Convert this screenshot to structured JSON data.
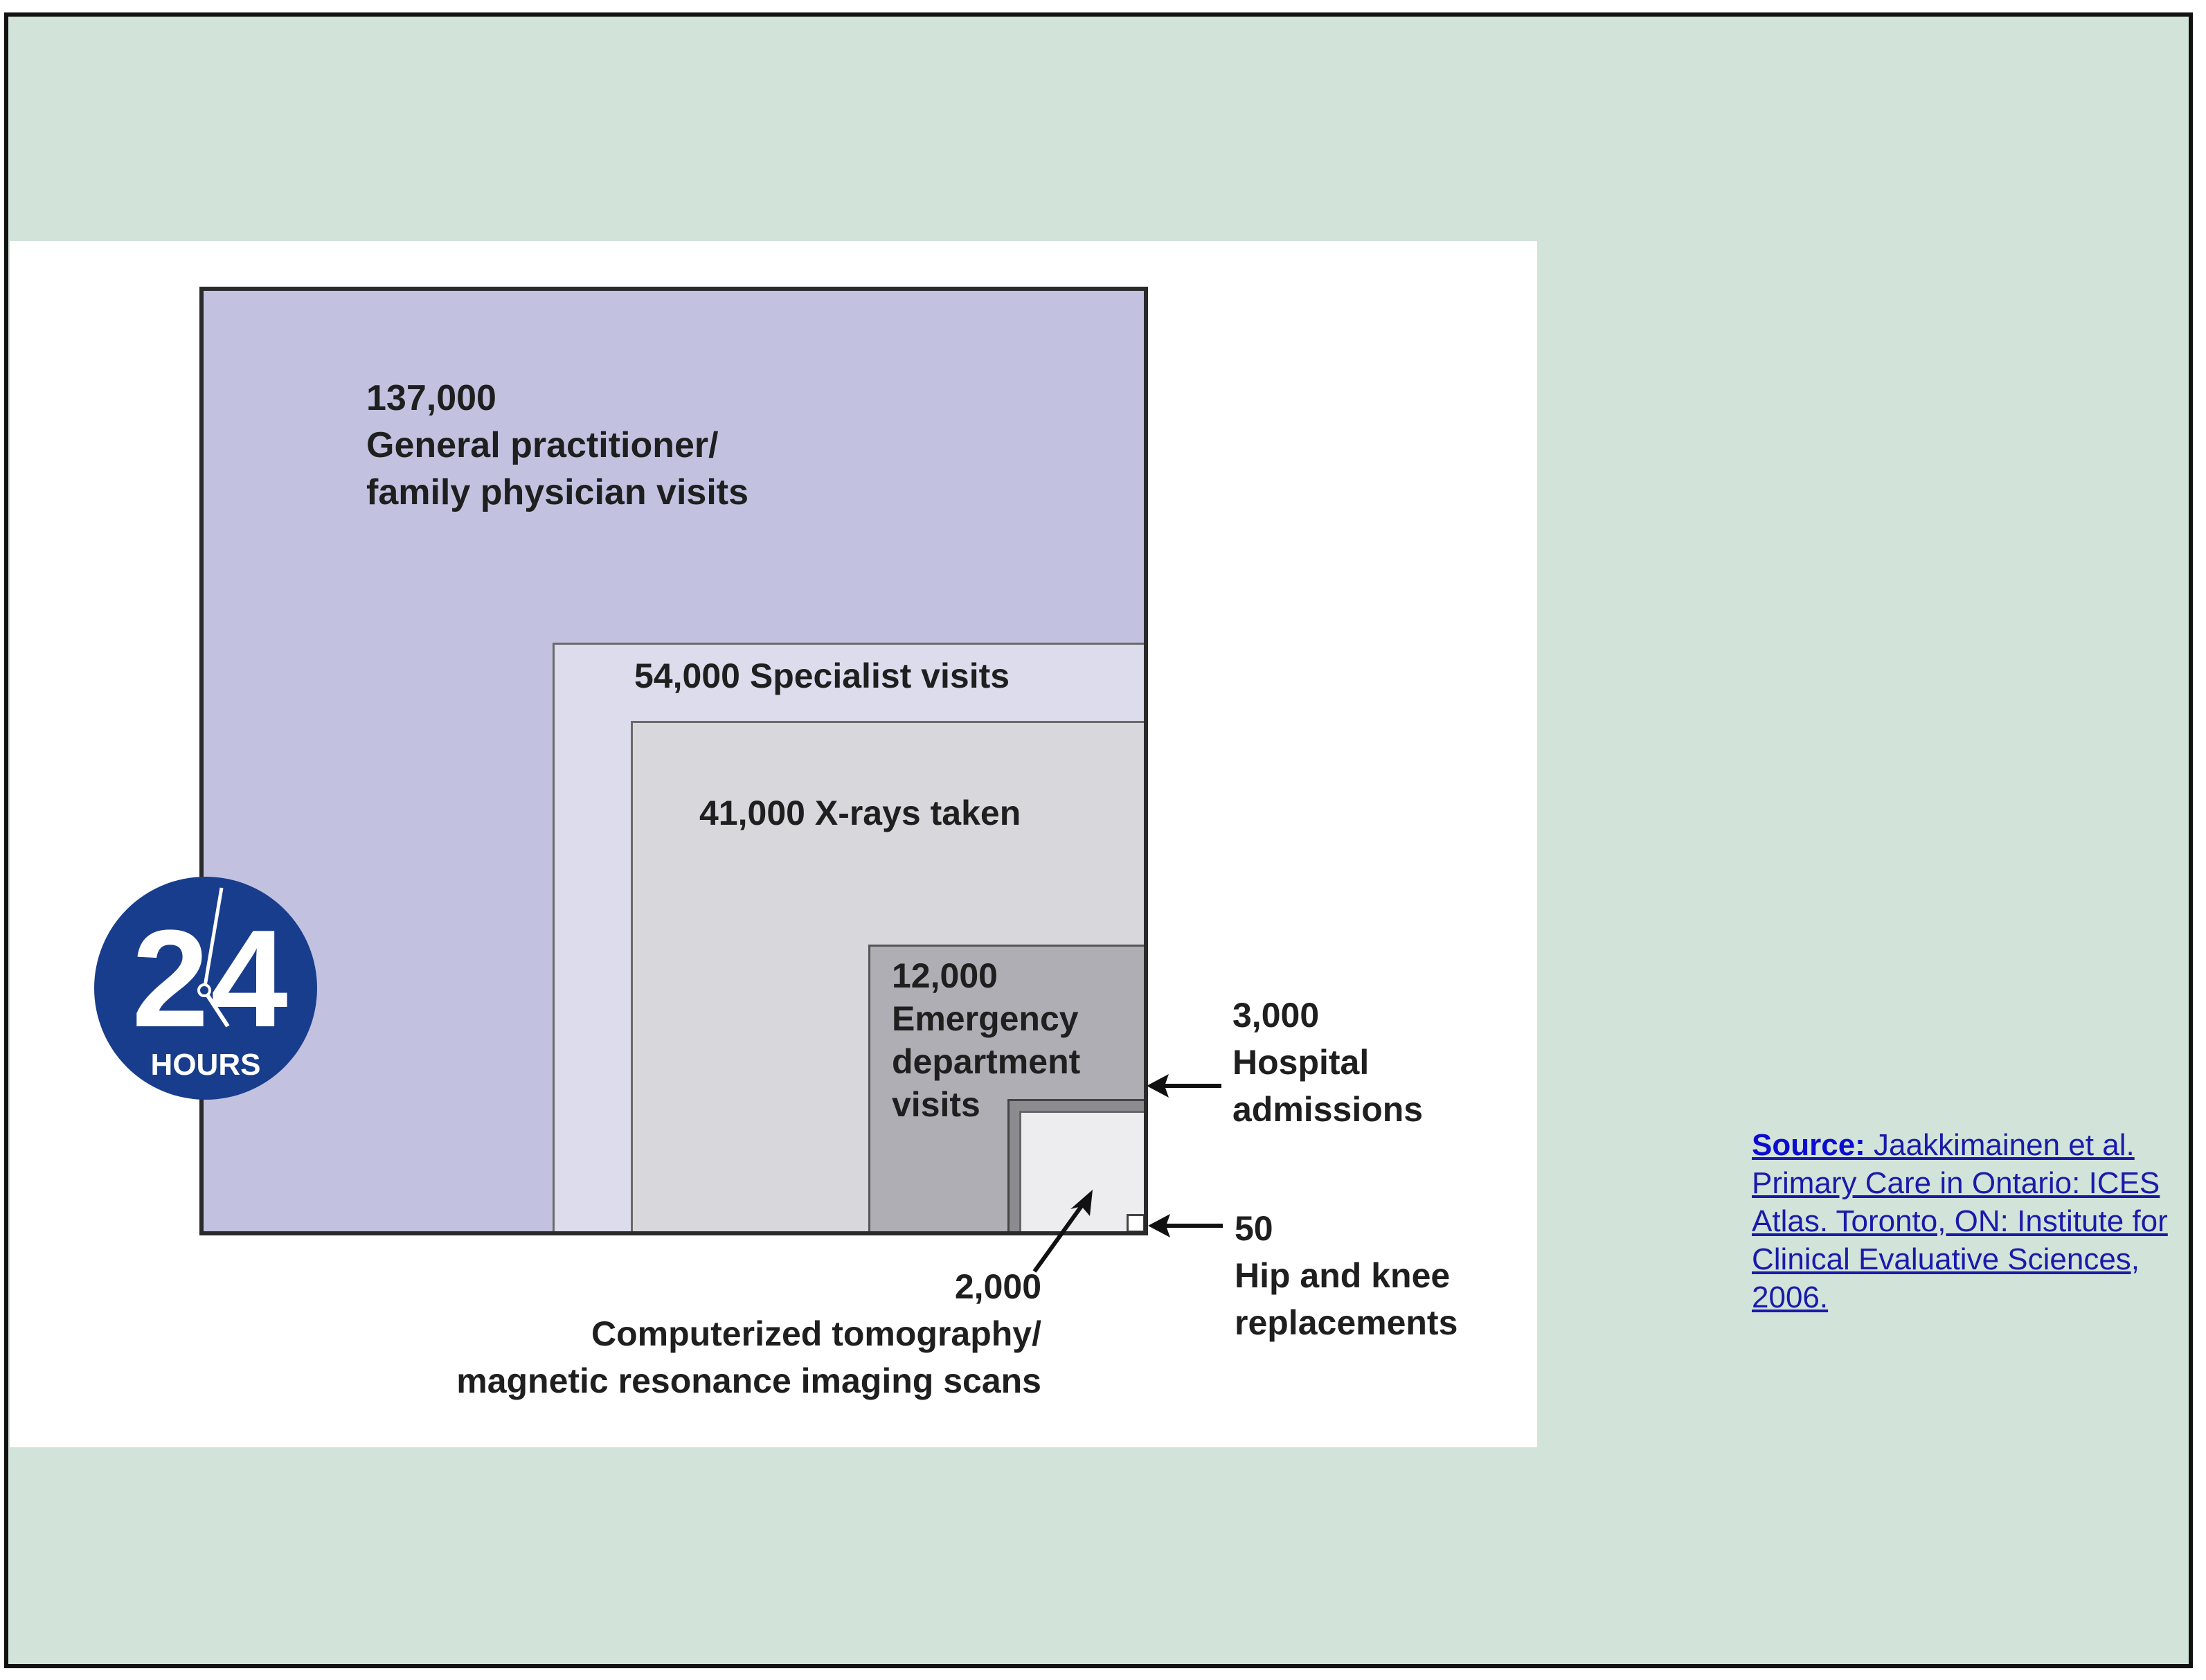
{
  "diagram": {
    "gp": {
      "value": "137,000",
      "label_line1": "General practitioner/",
      "label_line2": "family physician visits"
    },
    "specialist": {
      "value": "54,000",
      "label": "Specialist visits"
    },
    "xray": {
      "value": "41,000",
      "label": "X-rays taken"
    },
    "emergency": {
      "value": "12,000",
      "label_line1": "Emergency",
      "label_line2": "department",
      "label_line3": "visits"
    },
    "hospital": {
      "value": "3,000",
      "label_line1": "Hospital",
      "label_line2": "admissions"
    },
    "hip_knee": {
      "value": "50",
      "label_line1": "Hip and knee",
      "label_line2": "replacements"
    },
    "ct_mri": {
      "value": "2,000",
      "label_line1": "Computerized tomography/",
      "label_line2": "magnetic resonance imaging scans"
    }
  },
  "badge": {
    "digit_left": "2",
    "digit_right": "4",
    "caption": "HOURS",
    "color": "#183d8c"
  },
  "source": {
    "label": "Source:",
    "text": " Jaakkimainen et al. Primary Care in Ontario: ICES Atlas. Toronto, ON: Institute for Clinical Evaluative Sciences, 2006."
  },
  "colors": {
    "background": "#d2e3d9",
    "gp": "#c2c2e0",
    "specialist": "#dcdcec",
    "xray": "#d8d8dc",
    "emergency": "#aeaeb4",
    "hospital": "#8c8c90",
    "ct_mri": "#ededef"
  }
}
